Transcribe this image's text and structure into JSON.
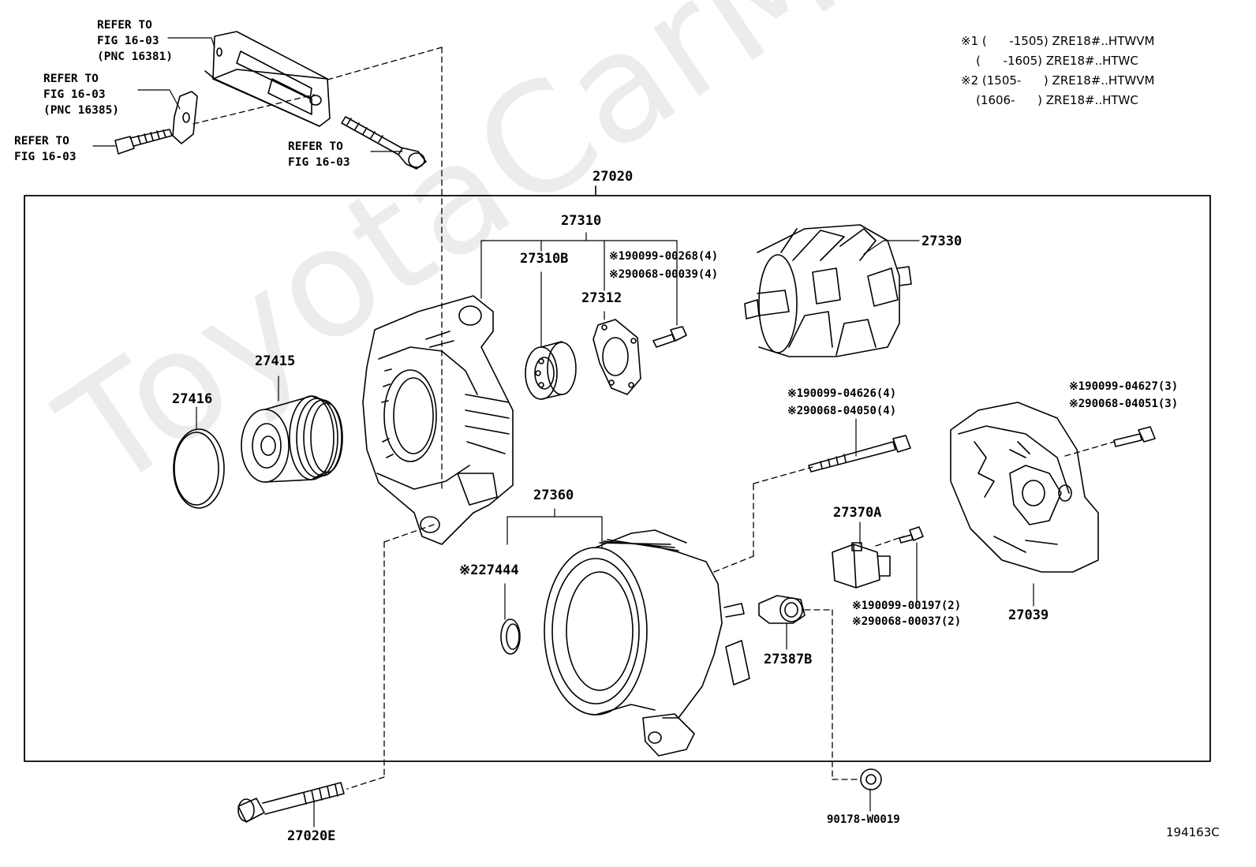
{
  "watermark": "ToyotaCarMine.ru",
  "figure_id": "194163C",
  "notes": [
    "※1 (      -1505) ZRE18#..HTWVM",
    "    (      -1605) ZRE18#..HTWC",
    "※2 (1505-      ) ZRE18#..HTWVM",
    "    (1606-      ) ZRE18#..HTWC"
  ],
  "refs": {
    "r1": "REFER TO\nFIG 16-03\n(PNC 16381)",
    "r2": "REFER TO\nFIG 16-03\n(PNC 16385)",
    "r3": "REFER TO\nFIG 16-03",
    "r4": "REFER TO\nFIG 16-03"
  },
  "parts": {
    "assembly": "27020",
    "frame": "27310",
    "bearing": "27310B",
    "plate": "27312",
    "screw_plate_1": "※190099-00268(4)",
    "screw_plate_2": "※290068-00039(4)",
    "rotor": "27330",
    "pulley": "27415",
    "cap": "27416",
    "stator": "27360",
    "washer": "※227444",
    "bolt_through_1": "※190099-04626(4)",
    "bolt_through_2": "※290068-04050(4)",
    "brush_holder": "27370A",
    "screw_brush_1": "※190099-00197(2)",
    "screw_brush_2": "※290068-00037(2)",
    "terminal_insulator": "27387B",
    "rear_cover": "27039",
    "bolt_cover_1": "※190099-04627(3)",
    "bolt_cover_2": "※290068-04051(3)",
    "nut": "90178-W0019",
    "bolt_mount": "27020E"
  }
}
